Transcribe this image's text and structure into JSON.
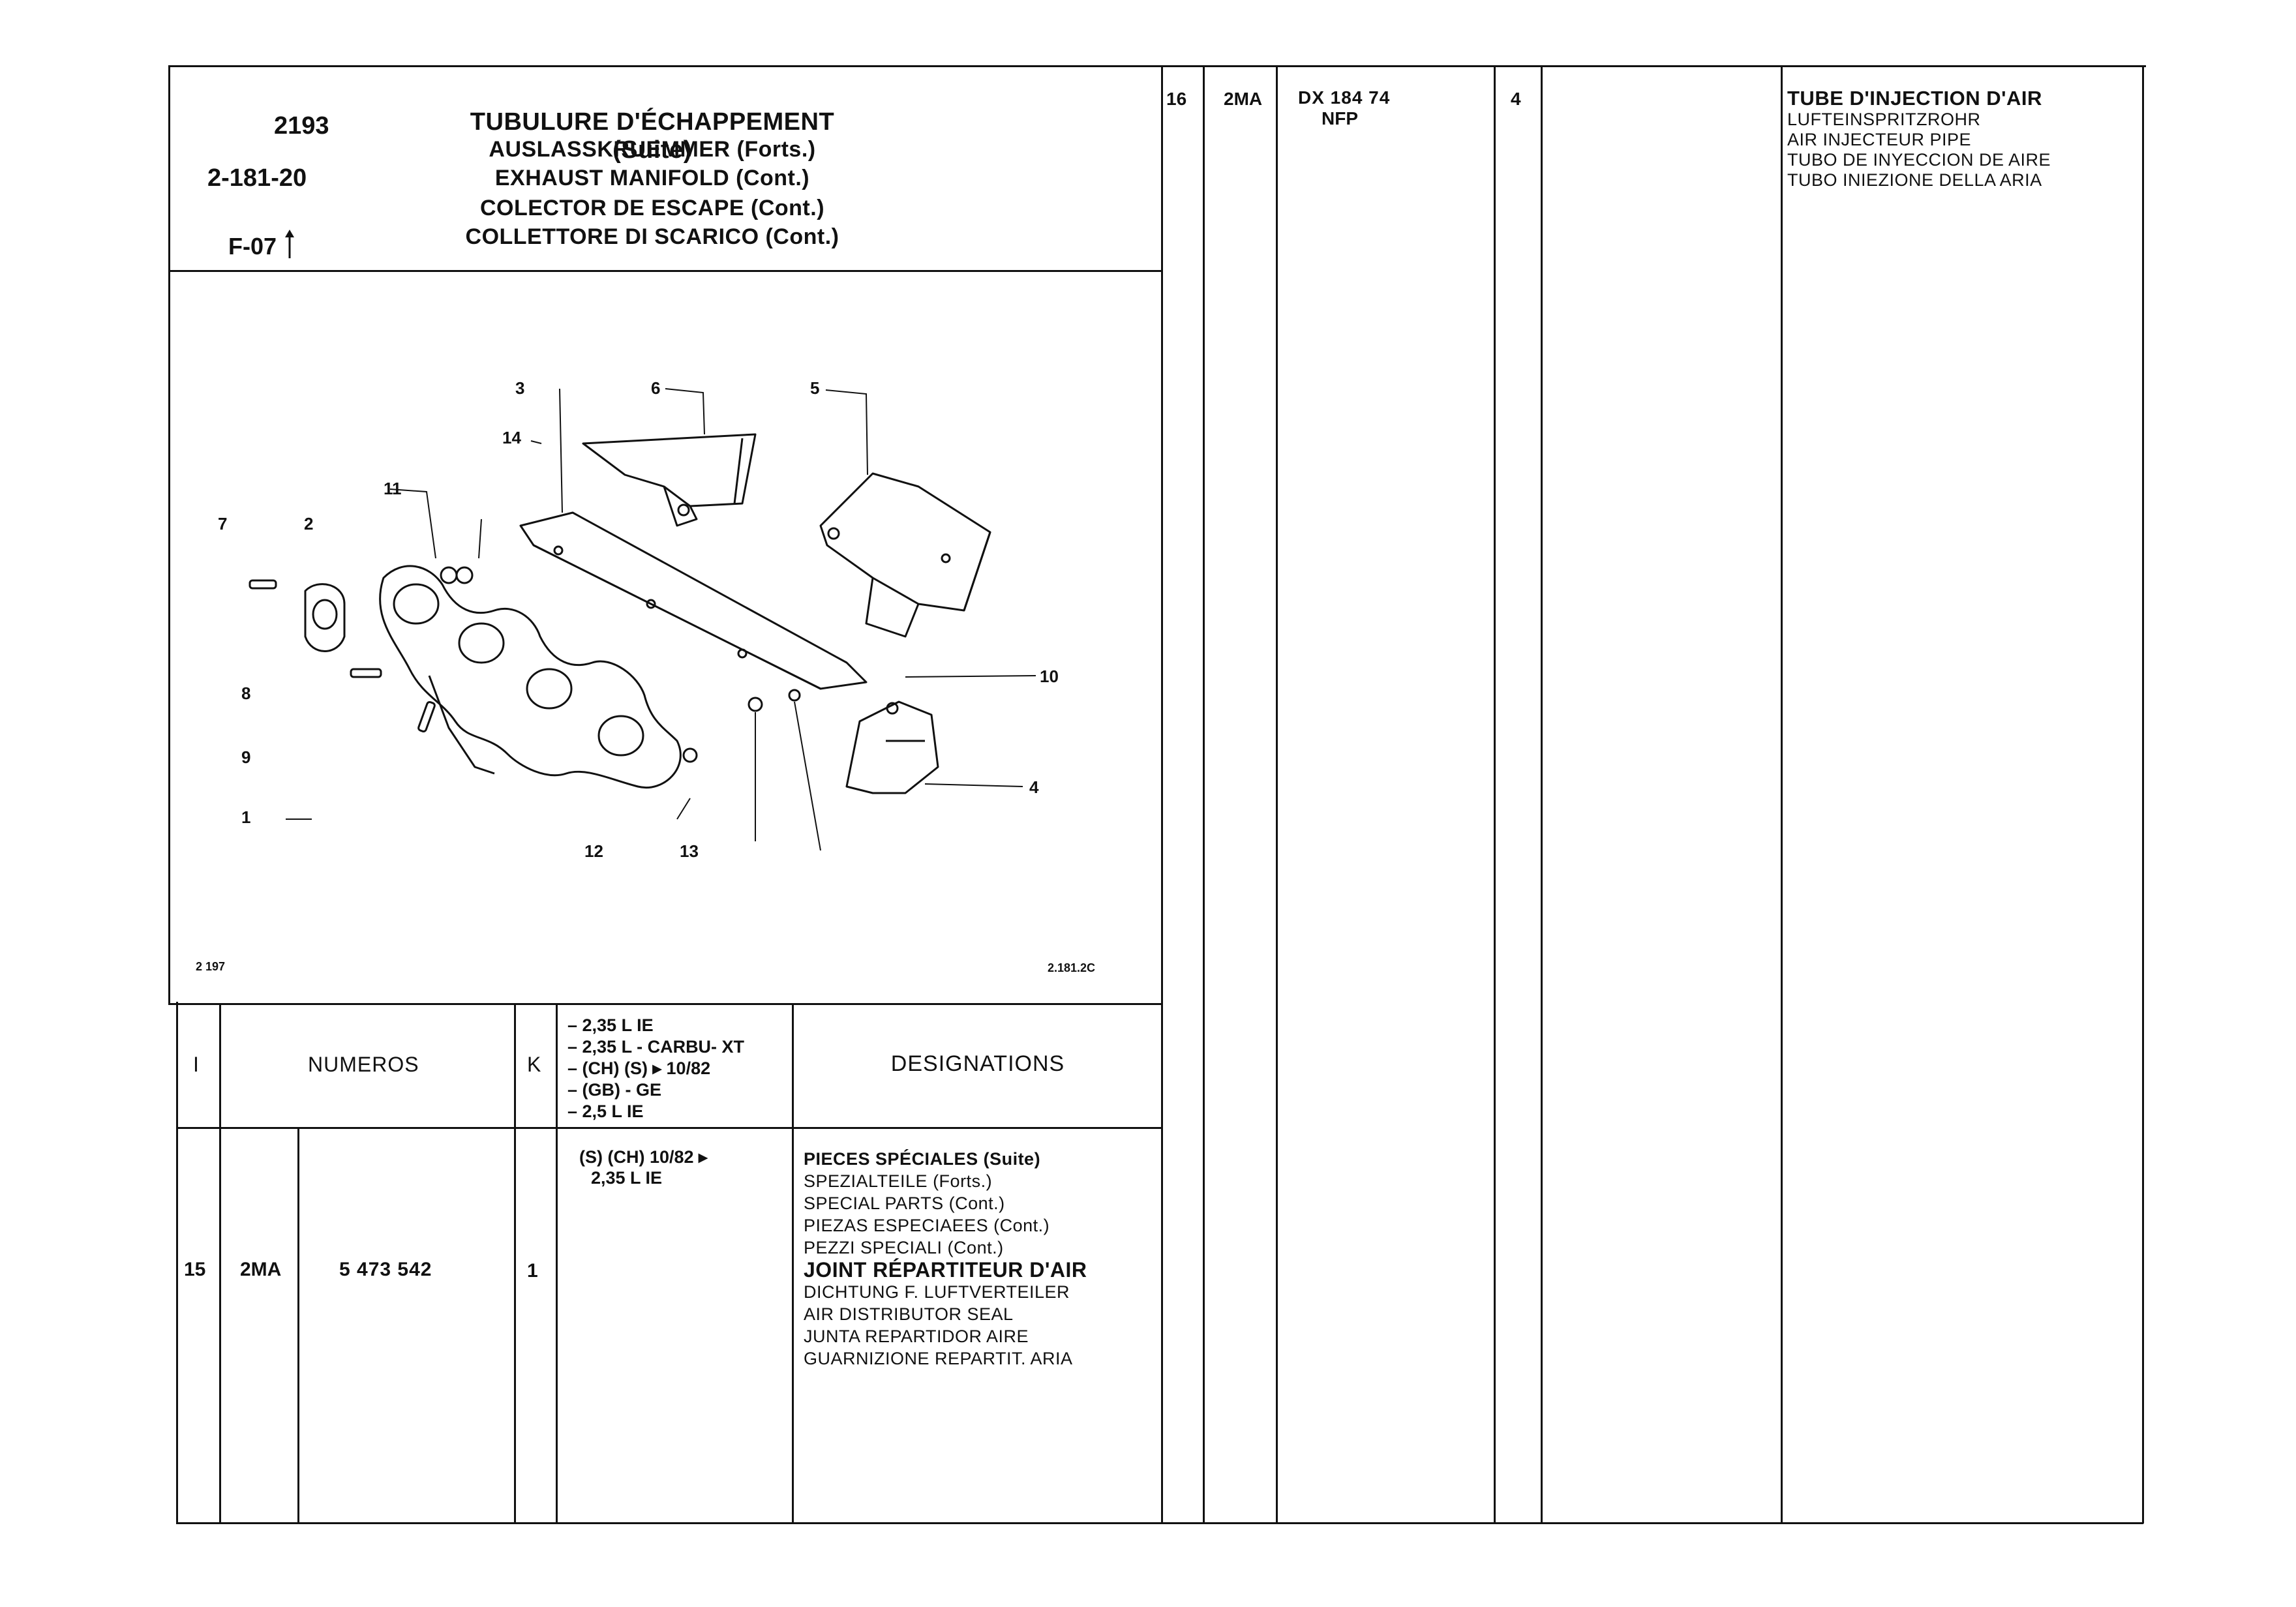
{
  "header": {
    "code": "2193",
    "ref": "2-181-20",
    "fig": "F-07",
    "titles": [
      "TUBULURE D'ÉCHAPPEMENT (Suite)",
      "AUSLASSKRUEMMER (Forts.)",
      "EXHAUST MANIFOLD (Cont.)",
      "COLECTOR DE ESCAPE (Cont.)",
      "COLLETTORE DI SCARICO (Cont.)"
    ]
  },
  "diagram": {
    "labels": [
      "1",
      "2",
      "3",
      "4",
      "5",
      "6",
      "7",
      "8",
      "9",
      "10",
      "11",
      "12",
      "13",
      "14"
    ],
    "caption_left": "2 197",
    "caption_right": "2.181.2C"
  },
  "table_header": {
    "col_i": "I",
    "col_numeros": "NUMEROS",
    "col_k": "K",
    "variants": [
      "– 2,35 L  IE",
      "– 2,35 L - CARBU- XT",
      "– (CH) (S) ▸ 10/82",
      "– (GB) - GE",
      "– 2,5 L  IE"
    ],
    "col_designations": "DESIGNATIONS"
  },
  "row15": {
    "item": "15",
    "code": "2MA",
    "number": "5 473 542",
    "qty": "1",
    "variant": [
      "(S) (CH) 10/82 ▸",
      "2,35 L  IE"
    ],
    "section": [
      "PIECES SPÉCIALES (Suite)",
      "SPEZIALTEILE (Forts.)",
      "SPECIAL PARTS (Cont.)",
      "PIEZAS ESPECIAEES (Cont.)",
      "PEZZI SPECIALI (Cont.)"
    ],
    "part_title": "JOINT RÉPARTITEUR D'AIR",
    "part_translations": [
      "DICHTUNG F. LUFTVERTEILER",
      "AIR DISTRIBUTOR SEAL",
      "JUNTA REPARTIDOR AIRE",
      "GUARNIZIONE REPARTIT. ARIA"
    ]
  },
  "row16": {
    "item": "16",
    "code": "2MA",
    "number": [
      "DX 184  74",
      "NFP"
    ],
    "qty": "4",
    "part_title": "TUBE D'INJECTION D'AIR",
    "part_translations": [
      "LUFTEINSPRITZROHR",
      "AIR INJECTEUR PIPE",
      "TUBO DE INYECCION DE AIRE",
      "TUBO INIEZIONE DELLA ARIA"
    ]
  }
}
